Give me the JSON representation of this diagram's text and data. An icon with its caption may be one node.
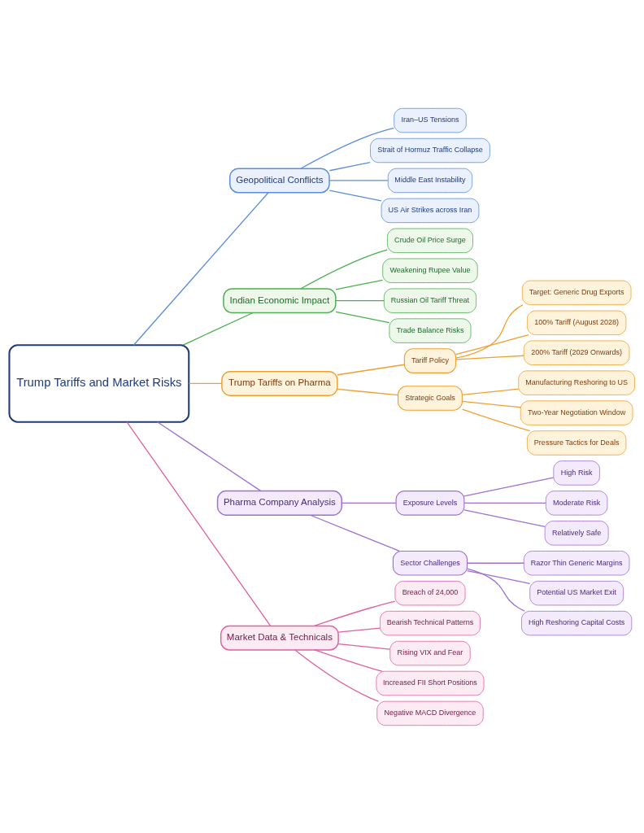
{
  "diagram": {
    "nodes": [
      {
        "text": [
          "Trump Tariffs and Market Risks"
        ]
      },
      {
        "text": [
          "Geopolitical Conflicts"
        ]
      },
      {
        "text": [
          "Iran–US Tensions"
        ]
      },
      {
        "text": [
          "Strait of Hormuz Traffic Collapse"
        ]
      },
      {
        "text": [
          "Middle East Instability"
        ]
      },
      {
        "text": [
          "US Air Strikes across Iran"
        ]
      },
      {
        "text": [
          "Indian Economic Impact"
        ]
      },
      {
        "text": [
          "Crude Oil Price Surge"
        ]
      },
      {
        "text": [
          "Weakening Rupee Value"
        ]
      },
      {
        "text": [
          "Russian Oil Tariff Threat"
        ]
      },
      {
        "text": [
          "Trade Balance Risks"
        ]
      },
      {
        "text": [
          "Trump Tariffs on Pharma"
        ]
      },
      {
        "text": [
          "Tariff Policy"
        ]
      },
      {
        "text": [
          "Target: Generic Drug Exports"
        ]
      },
      {
        "text": [
          "100% Tariff (August 2028)"
        ]
      },
      {
        "text": [
          "200% Tariff (2029 Onwards)"
        ]
      },
      {
        "text": [
          "Strategic Goals"
        ]
      },
      {
        "text": [
          "Manufacturing Reshoring to US"
        ]
      },
      {
        "text": [
          "Two-Year Negotiation Window"
        ]
      },
      {
        "text": [
          "Pressure Tactics for Deals"
        ]
      },
      {
        "text": [
          "Pharma Company Analysis"
        ]
      },
      {
        "text": [
          "Exposure Levels"
        ]
      },
      {
        "text": [
          "High Risk"
        ]
      },
      {
        "text": [
          "Moderate Risk"
        ]
      },
      {
        "text": [
          "Relatively Safe"
        ]
      },
      {
        "text": [
          "Sector Challenges"
        ]
      },
      {
        "text": [
          "Razor Thin Generic Margins"
        ]
      },
      {
        "text": [
          "Potential US Market Exit"
        ]
      },
      {
        "text": [
          "High Reshoring Capital Costs"
        ]
      },
      {
        "text": [
          "Market Data & Technicals"
        ]
      },
      {
        "text": [
          "Breach of 24,000"
        ]
      },
      {
        "text": [
          "Bearish Technical Patterns"
        ]
      },
      {
        "text": [
          "Rising VIX and Fear"
        ]
      },
      {
        "text": [
          "Increased FII Short Positions"
        ]
      },
      {
        "text": [
          "Negative MACD Divergence"
        ]
      }
    ],
    "edges": [
      {
        "from": 0,
        "to": 1,
        "arrow": "none",
        "color": "#5b8dd9"
      },
      {
        "from": 1,
        "to": 2,
        "arrow": "none",
        "color": "#5b8dd9"
      },
      {
        "from": 1,
        "to": 3,
        "arrow": "none",
        "color": "#5b8dd9"
      },
      {
        "from": 1,
        "to": 4,
        "arrow": "none",
        "color": "#5b8dd9"
      },
      {
        "from": 1,
        "to": 5,
        "arrow": "none",
        "color": "#5b8dd9"
      },
      {
        "from": 0,
        "to": 6,
        "arrow": "none",
        "color": "#4caf50"
      },
      {
        "from": 6,
        "to": 7,
        "arrow": "none",
        "color": "#4caf50"
      },
      {
        "from": 6,
        "to": 8,
        "arrow": "none",
        "color": "#4caf50"
      },
      {
        "from": 6,
        "to": 9,
        "arrow": "none",
        "color": "#4caf50"
      },
      {
        "from": 6,
        "to": 10,
        "arrow": "none",
        "color": "#4caf50"
      },
      {
        "from": 0,
        "to": 11,
        "arrow": "none",
        "color": "#f0a030"
      },
      {
        "from": 11,
        "to": 12,
        "arrow": "none",
        "color": "#f0a030"
      },
      {
        "from": 12,
        "to": 13,
        "arrow": "none",
        "color": "#f0a030"
      },
      {
        "from": 12,
        "to": 14,
        "arrow": "none",
        "color": "#f0a030"
      },
      {
        "from": 12,
        "to": 15,
        "arrow": "none",
        "color": "#f0a030"
      },
      {
        "from": 11,
        "to": 16,
        "arrow": "none",
        "color": "#f0a030"
      },
      {
        "from": 16,
        "to": 17,
        "arrow": "none",
        "color": "#f0a030"
      },
      {
        "from": 16,
        "to": 18,
        "arrow": "none",
        "color": "#f0a030"
      },
      {
        "from": 16,
        "to": 19,
        "arrow": "none",
        "color": "#f0a030"
      },
      {
        "from": 0,
        "to": 20,
        "arrow": "none",
        "color": "#a070d0"
      },
      {
        "from": 20,
        "to": 21,
        "arrow": "none",
        "color": "#a070d0"
      },
      {
        "from": 21,
        "to": 22,
        "arrow": "none",
        "color": "#a070d0"
      },
      {
        "from": 21,
        "to": 23,
        "arrow": "none",
        "color": "#a070d0"
      },
      {
        "from": 21,
        "to": 24,
        "arrow": "none",
        "color": "#a070d0"
      },
      {
        "from": 20,
        "to": 25,
        "arrow": "none",
        "color": "#a070d0"
      },
      {
        "from": 25,
        "to": 26,
        "arrow": "none",
        "color": "#a070d0"
      },
      {
        "from": 25,
        "to": 27,
        "arrow": "none",
        "color": "#a070d0"
      },
      {
        "from": 25,
        "to": 28,
        "arrow": "none",
        "color": "#a070d0"
      },
      {
        "from": 0,
        "to": 29,
        "arrow": "none",
        "color": "#e060a0"
      },
      {
        "from": 29,
        "to": 30,
        "arrow": "none",
        "color": "#e060a0"
      },
      {
        "from": 29,
        "to": 31,
        "arrow": "none",
        "color": "#e060a0"
      },
      {
        "from": 29,
        "to": 32,
        "arrow": "none",
        "color": "#e060a0"
      },
      {
        "from": 29,
        "to": 33,
        "arrow": "none",
        "color": "#e060a0"
      },
      {
        "from": 29,
        "to": 34,
        "arrow": "none",
        "color": "#e060a0"
      }
    ]
  }
}
